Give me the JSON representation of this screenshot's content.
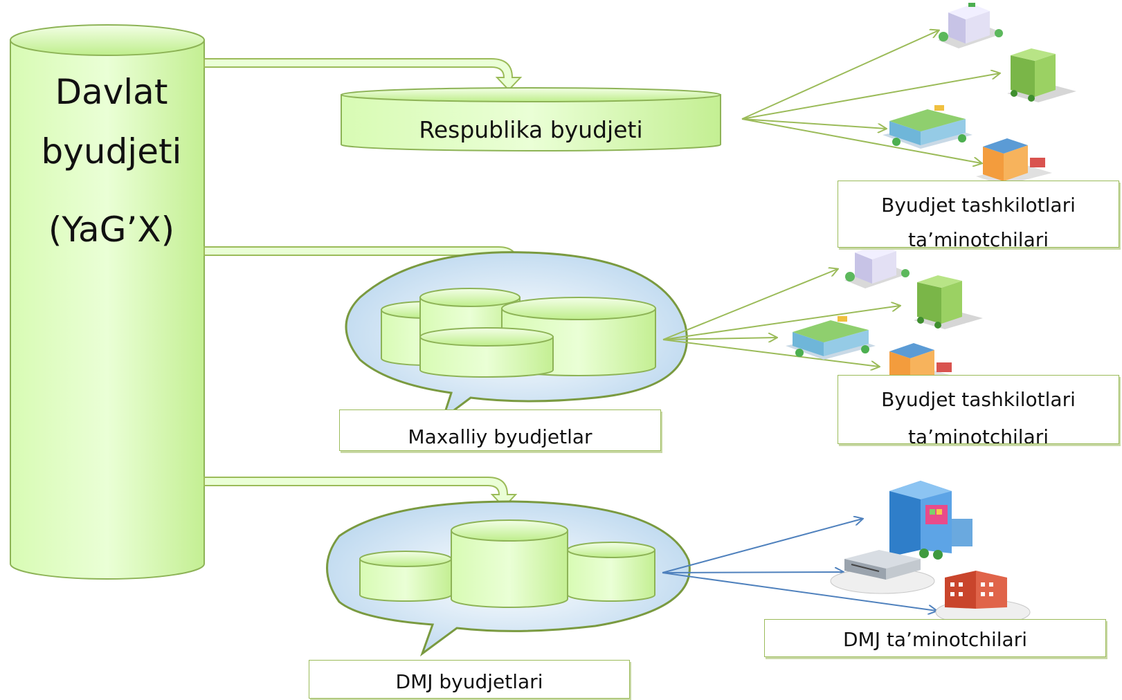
{
  "main": {
    "line1": "Davlat",
    "line2": "byudjeti",
    "line3": "(YaG’X)"
  },
  "republic": {
    "label": "Respublika byudjeti"
  },
  "local": {
    "label": "Maxalliy byudjetlar"
  },
  "dmj": {
    "label": "DMJ byudjetlari"
  },
  "providers1": {
    "line1": "Byudjet tashkilotlari",
    "line2": "ta’minotchilari"
  },
  "providers2": {
    "line1": "Byudjet tashkilotlari",
    "line2": "ta’minotchilari"
  },
  "providers3": {
    "label": "DMJ ta’minotchilari"
  },
  "colors": {
    "cylinder_fill_top": "#eaffcf",
    "cylinder_fill_bottom": "#c9f59b",
    "cylinder_stroke": "#8db356",
    "arrow_green": "#9bbb59",
    "arrow_blue": "#4f81bd",
    "bubble_fill": "#cfe3f2"
  },
  "icons": [
    "building-icon",
    "office-icon",
    "school-icon",
    "shop-icon",
    "tower-icon",
    "factory-icon",
    "hotel-icon"
  ]
}
